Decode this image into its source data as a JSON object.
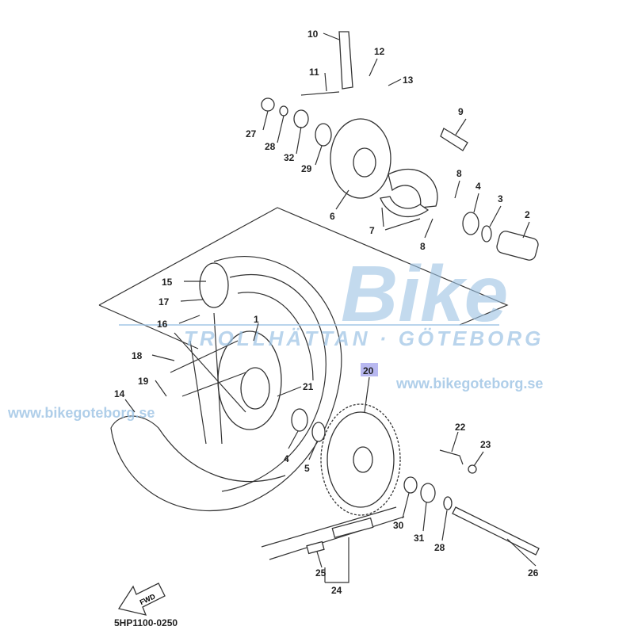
{
  "diagram": {
    "code": "5HP1100-0250",
    "forward_label": "FWD",
    "highlight_color": "#b8b8f0",
    "watermark": {
      "brand": "Bike",
      "subtitle": "TROLLHÄTTAN · GÖTEBORG",
      "url_left": "www.bikegoteborg.se",
      "url_right": "www.bikegoteborg.se",
      "color": "#9cc3e4"
    },
    "labels": [
      "10",
      "12",
      "11",
      "13",
      "9",
      "27",
      "28",
      "32",
      "29",
      "6",
      "8",
      "4",
      "3",
      "2",
      "7",
      "8",
      "15",
      "17",
      "16",
      "1",
      "18",
      "19",
      "14",
      "21",
      "20",
      "22",
      "23",
      "4",
      "5",
      "30",
      "31",
      "28",
      "26",
      "25",
      "24"
    ],
    "highlighted_label": "20"
  }
}
